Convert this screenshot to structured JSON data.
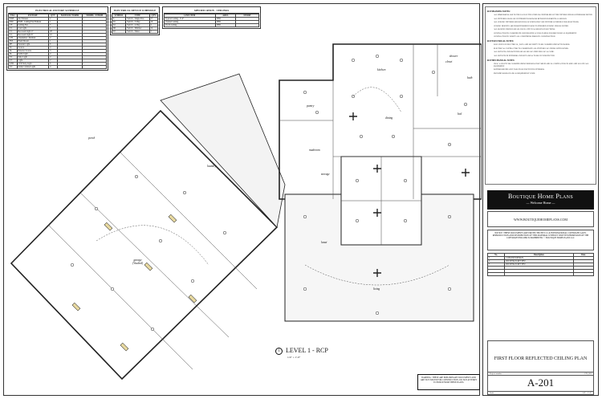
{
  "fixture_schedule": {
    "title": "ELECTRICAL FIXTURE SCHEDULE",
    "headers": [
      "TAG",
      "FIXTURE",
      "QTY",
      "MANUFACTURER",
      "MODEL / FINISH"
    ],
    "rows": [
      [
        "EXH",
        "Air Exhaust",
        "2"
      ],
      [
        "EXC",
        "EXH - Ceiling Fan Exhaust",
        "1"
      ],
      [
        "CF",
        "Ceiling Fan",
        "5"
      ],
      [
        "CL",
        "Can Light",
        "1"
      ],
      [
        "CL",
        "Recessed Light 4\"",
        "28"
      ],
      [
        "CL",
        "Recessed Light 6\"",
        "10"
      ],
      [
        "CH",
        "Chandelier / Pendant",
        "2"
      ],
      [
        "FM",
        "Flush Mount",
        "1"
      ],
      [
        "PE",
        "Pendant Light",
        "6"
      ],
      [
        "SC",
        "Sconce",
        "4"
      ],
      [
        "SL",
        "Exterior Sconce",
        "3"
      ],
      [
        "SL",
        "Soffit Light",
        "2"
      ],
      [
        "ST",
        "Strip Light",
        "2"
      ],
      [
        "LT",
        "Light",
        "2"
      ],
      [
        "LED",
        "LED Strip Light",
        "6"
      ],
      [
        "UC",
        "Under Cabinet Light",
        "4"
      ]
    ]
  },
  "device_schedule": {
    "title": "ELECTRICAL DEVICE SCHEDULE",
    "headers": [
      "SYMBOL",
      "TYPE",
      "QTY"
    ],
    "rows": [
      [
        "$",
        "Switch - Single Pole",
        "27"
      ],
      [
        "$3",
        "Switch - 3-Way",
        "10"
      ],
      [
        "$4",
        "Switch - 4-Way",
        "4"
      ],
      [
        "$D",
        "Switch - Dimmer",
        "14"
      ],
      [
        "$T",
        "Switch - Timer",
        "2"
      ]
    ]
  },
  "spec_schedule": {
    "title": "SPECIFICATION - CEILINGS",
    "headers": [
      "LINE ITEM",
      "AREA",
      "FINISH"
    ],
    "rows": [
      [
        "Typical Ceiling - 9'-0\"",
        "TBD"
      ],
      [
        "Vaulted Ceiling",
        "TBD"
      ],
      [
        "Porch Ceiling",
        "TBD"
      ]
    ]
  },
  "notes": {
    "sections": [
      {
        "title": "RCP FRAMING NOTES:",
        "items": [
          "ALL DIMENSIONS ARE TO THE FACE OF THE STUD OR CENTERLINE OF THE FIXTURE UNLESS OTHERWISE NOTED.",
          "ALL FIXTURES SHALL BE CENTERED IN ROOM OR BETWEEN ELEMENTS AS SHOWN.",
          "ALL CEILING FIXTURES SHOWN FOR LOCATION ONLY. SEE FIXTURE SCHEDULE FOR SELECTIONS.",
          "CEILING HEIGHTS ARE FROM FINISHED FLOOR TO FINISHED CEILING UNLESS NOTED.",
          "ALL SLOPED CEILINGS SHALL HAVE A PITCH AS SHOWN ON SECTIONS.",
          "CONTRACTOR TO COORDINATE AND PROVIDE ACCESS PANELS FOR MECHANICAL EQUIPMENT.",
          "CONTRACTOR TO VERIFY ALL CONDITIONS PRIOR TO CONSTRUCTION."
        ]
      },
      {
        "title": "RCP ELECTRICAL NOTES:",
        "items": [
          "LOW VOLTAGE ELECTRICAL, DATA AND SECURITY TO BE COORDINATED WITH OWNER.",
          "ELECTRICAL CONTRACTOR TO COORDINATE ALL FIXTURE LOCATIONS WITH OWNER.",
          "ALL OUTLETS AND SWITCHES SHALL BE LOCATED PER LOCAL CODE.",
          "ALL OUTLETS IN EXTERIOR AND WET AREAS TO BE GFCI PROTECTED."
        ]
      },
      {
        "title": "RCP MECHANICAL NOTES:",
        "items": [
          "HVAC LAYOUT FOR COORDINATION PURPOSES ONLY. MECHANICAL CONTRACTOR TO SIZE AND LOCATE ALL EQUIPMENT.",
          "BATHROOM EXHAUST FANS TO BE DUCTED TO EXTERIOR.",
          "PROVIDE MAKE-UP AIR AS REQUIRED BY CODE."
        ]
      }
    ]
  },
  "rooms": [
    {
      "name": "garage",
      "sub": "(Vaulted)"
    },
    {
      "name": "laundry",
      "sub": ""
    },
    {
      "name": "pantry",
      "sub": ""
    },
    {
      "name": "kitchen",
      "sub": ""
    },
    {
      "name": "dining",
      "sub": ""
    },
    {
      "name": "living",
      "sub": ""
    },
    {
      "name": "bed",
      "sub": ""
    },
    {
      "name": "closet",
      "sub": ""
    },
    {
      "name": "shower",
      "sub": ""
    },
    {
      "name": "storage",
      "sub": ""
    },
    {
      "name": "mudroom",
      "sub": ""
    },
    {
      "name": "porch",
      "sub": ""
    },
    {
      "name": "lanai",
      "sub": ""
    },
    {
      "name": "bath",
      "sub": ""
    }
  ],
  "plan": {
    "circle_label": "1",
    "title": "LEVEL 1 - RCP",
    "scale": "1/4\" = 1'-0\""
  },
  "title_block": {
    "brand": "Boutique Home Plans",
    "tagline": "— Welcome Home —",
    "url": "WWW.BOUTIQUEHOMEPLANS.COM",
    "notice": "NOTICE: THESE DOCUMENTS ARE PROTECTED BY U.S. & INTERNATIONAL COPYRIGHT LAWS. REPRODUCTION AND DISTRIBUTION OF THIS MATERIAL WITHOUT WRITTEN PERMISSION OF THE COPYRIGHT HOLDER IS PROHIBITED. © BOUTIQUE HOME PLANS LLC",
    "revisions": {
      "headers": [
        "No.",
        "Description",
        "Date"
      ],
      "rows": [
        [
          "1",
          "CONCEPT DESIGN",
          ""
        ],
        [
          "2",
          "DD DESIGN REVIEW",
          ""
        ],
        [
          "3",
          "DD DESIGN REVIEW",
          ""
        ]
      ]
    },
    "sheet_title": "FIRST FLOOR REFLECTED CEILING PLAN",
    "project_number_label": "Project number",
    "project_number": "GTJ_002",
    "sheet_number": "A-201",
    "scale_label": "Scale",
    "scale": "1/4\" = 1'-0\""
  },
  "warning": "WARNING: THESE ARE PRELIMINARY DOCUMENTS AND ARE NOT ISSUED FOR CONSTRUCTION. DO NOT ATTEMPT TO BUILD FROM THESE PLANS."
}
